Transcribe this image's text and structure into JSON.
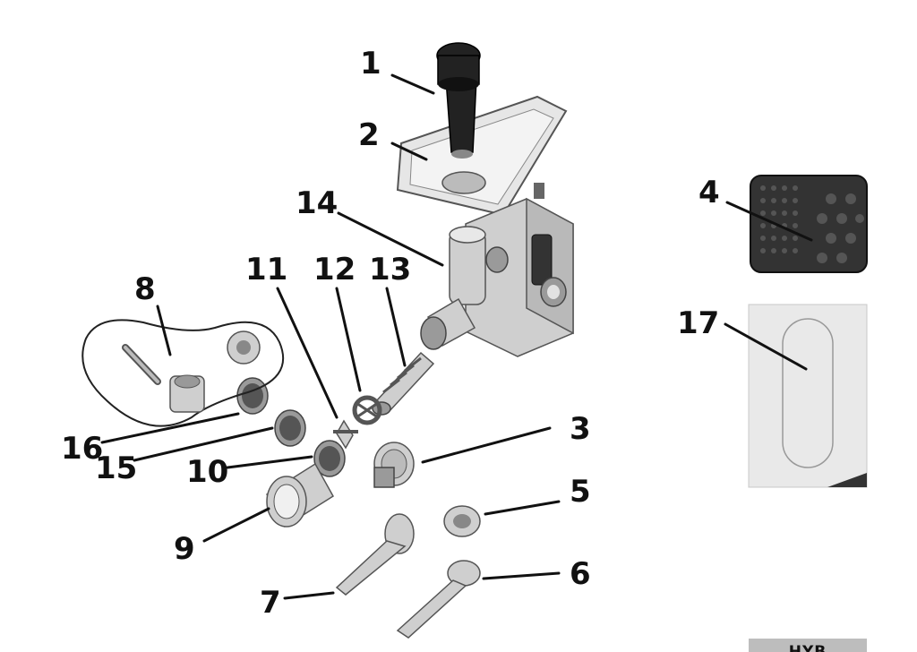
{
  "labels": {
    "n1": "1",
    "n2": "2",
    "n3": "3",
    "n4": "4",
    "n5": "5",
    "n6": "6",
    "n7": "7",
    "n8": "8",
    "n9": "9",
    "n10": "10",
    "n11": "11",
    "n12": "12",
    "n13": "13",
    "n14": "14",
    "n15": "15",
    "n16": "16",
    "n17": "17"
  },
  "badge": "HYB",
  "colors": {
    "steel": "#cfcfcf",
    "dark": "#222222",
    "badge": "#bdbdbd"
  }
}
